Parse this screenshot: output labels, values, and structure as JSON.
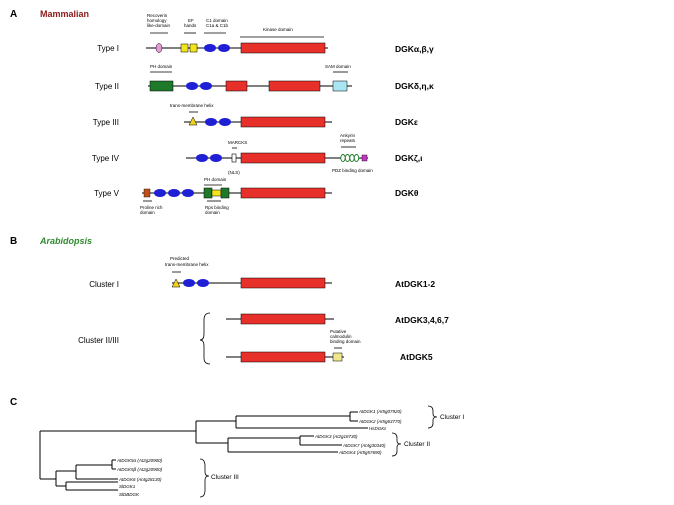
{
  "sectionA": {
    "letter": "A",
    "title": "Mammalian",
    "rows": [
      {
        "label": "Type I",
        "name": "DGKα,β,γ",
        "annotations": [
          "Recoverin",
          "homology",
          "like-domain",
          "EF",
          "hands",
          "C1 domain",
          "C1a & C1b",
          "Kinase domain"
        ]
      },
      {
        "label": "Type II",
        "name": "DGKδ,η,κ",
        "annotations": [
          "PH domain",
          "SAM domain"
        ]
      },
      {
        "label": "Type III",
        "name": "DGKε",
        "annotations": [
          "trans-membrane helix"
        ]
      },
      {
        "label": "Type IV",
        "name": "DGKζ,ι",
        "annotations": [
          "MARCKS",
          "(NLS)",
          "Ankyrin",
          "repeats",
          "PDZ binding domain"
        ]
      },
      {
        "label": "Type V",
        "name": "DGKθ",
        "annotations": [
          "PH domain",
          "Proline rich",
          "domain",
          "Rps binding",
          "domain"
        ]
      }
    ]
  },
  "sectionB": {
    "letter": "B",
    "title": "Arabidopsis",
    "cluster1_label": "Cluster I",
    "cluster1_name": "AtDGK1-2",
    "cluster1_annotations": [
      "Predicted",
      "trans-membrane helix"
    ],
    "cluster23_label": "Cluster II/III",
    "cluster23_name_a": "AtDGK3,4,6,7",
    "cluster23_name_b": "AtDGK5",
    "cluster23_annotations": [
      "Putative",
      "calmodulin",
      "binding domain"
    ]
  },
  "sectionC": {
    "letter": "C",
    "leaves": [
      "AtDGK1 (At5g07920)",
      "AtDGK2 (At5g63770)",
      "HsDGKε",
      "AtDGK3 (At2g18730)",
      "AtDGK7 (At4g30340)",
      "AtDGK4 (At5g57690)",
      "AtDGK5α (At2g20900)",
      "AtDGK5β (At2g20900)",
      "AtDGK6 (At4g28130)",
      "SlDGK1",
      "SlDBDGK"
    ],
    "clusters": [
      "Cluster I",
      "Cluster II",
      "Cluster III"
    ]
  },
  "colors": {
    "kinase": "#e8302a",
    "c1": "#1f1fd6",
    "ef": "#f2e61a",
    "recoverin": "#e39bd9",
    "ph": "#1e7a2a",
    "sam": "#a9e6f2",
    "tm": "#f0d21e",
    "pdz": "#c23ac2",
    "proline": "#c0501a",
    "camb": "#f0e888",
    "mammalian": "#8b1a1a",
    "arabidopsis": "#2e8b2e"
  }
}
